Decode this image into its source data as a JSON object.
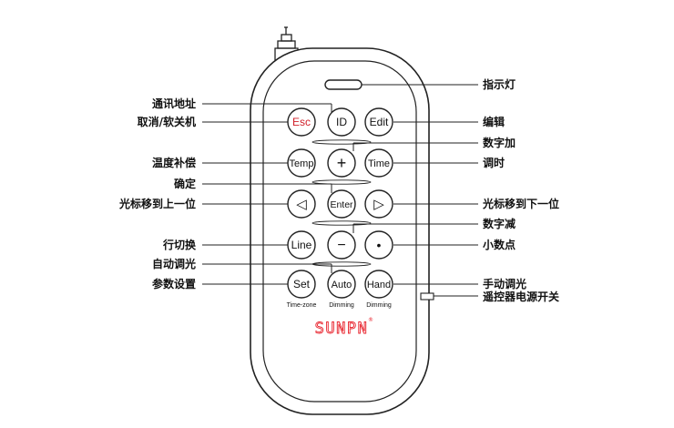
{
  "colors": {
    "outline": "#222222",
    "esc_text": "#d0202a",
    "brand": "#e8202a"
  },
  "remote": {
    "brand_text": "SUNPN",
    "brand_mark": "®",
    "buttons": {
      "esc": "Esc",
      "id": "ID",
      "edit": "Edit",
      "temp": "Temp",
      "plus": "+",
      "time": "Time",
      "left": "◁",
      "enter": "Enter",
      "right": "▷",
      "line": "Line",
      "minus": "−",
      "dot": "•",
      "set": "Set",
      "auto": "Auto",
      "hand": "Hand"
    },
    "sublabels": {
      "set": "Time-zone",
      "auto": "Dimming",
      "hand": "Dimming"
    }
  },
  "callouts": {
    "left": {
      "l1": "通讯地址",
      "l2": "取消/软关机",
      "l3": "温度补偿",
      "l4": "确定",
      "l5": "光标移到上一位",
      "l6": "行切换",
      "l7": "自动调光",
      "l8": "参数设置"
    },
    "right": {
      "r1": "指示灯",
      "r2": "编辑",
      "r3": "数字加",
      "r4": "调时",
      "r5": "光标移到下一位",
      "r6": "数字减",
      "r7": "小数点",
      "r8": "手动调光",
      "r9": "遥控器电源开关"
    }
  }
}
